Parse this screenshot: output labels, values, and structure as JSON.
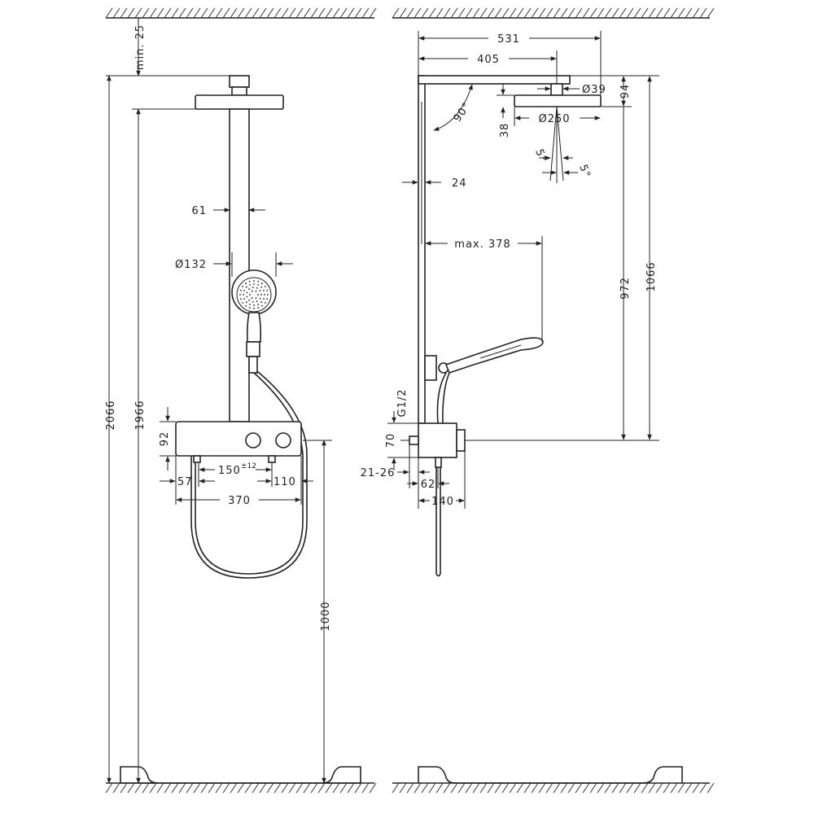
{
  "dimensions": {
    "min_25": "min. 25",
    "d61": "61",
    "d132": "Ø132",
    "d92": "92",
    "d150": "150",
    "d150_tol": "±12",
    "d57": "57",
    "d110": "110",
    "d370": "370",
    "d2066": "2066",
    "d1966": "1966",
    "d1000": "1000",
    "d531": "531",
    "d405": "405",
    "d39": "Ø39",
    "d94": "94",
    "d90": "90°",
    "d38": "38",
    "d250": "Ø250",
    "d5a": "5°",
    "d5b": "5°",
    "d24": "24",
    "d378": "max. 378",
    "d972": "972",
    "d1066": "1066",
    "g12": "G1/2",
    "d70": "70",
    "d2126": "21-26",
    "d62": "62",
    "d140": "140"
  }
}
